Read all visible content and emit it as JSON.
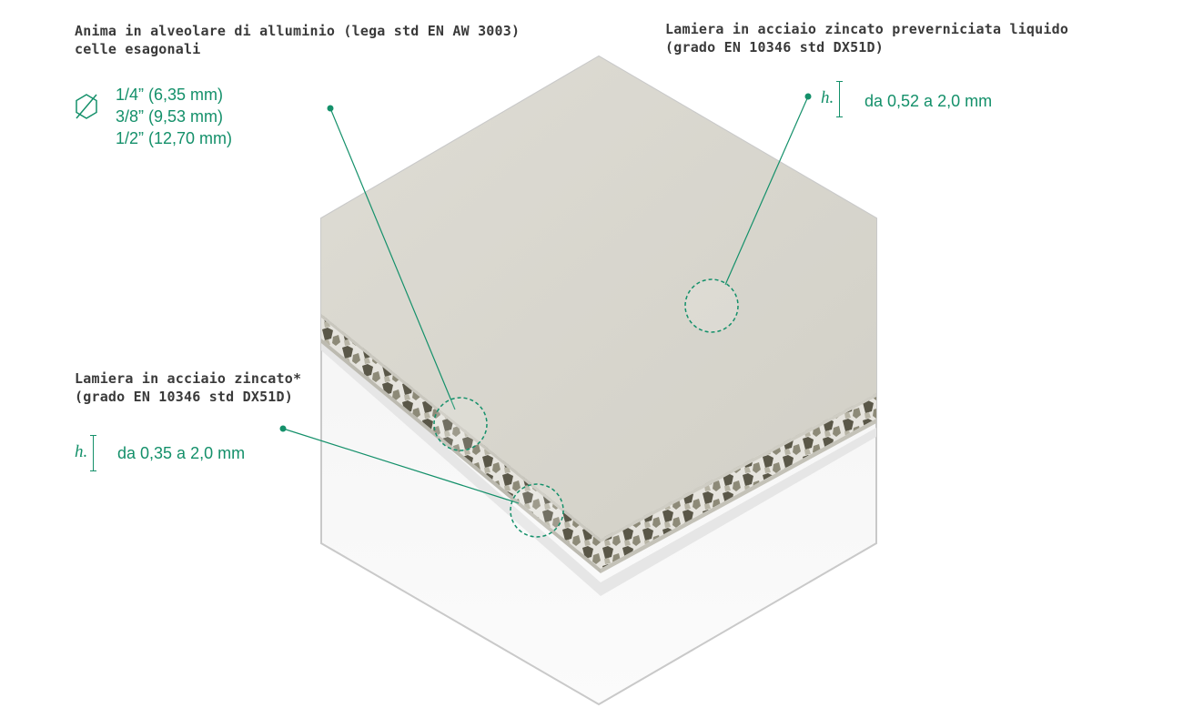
{
  "core": {
    "title_line1": "Anima in alveolare di alluminio (lega std EN AW 3003)",
    "title_line2": "celle esagonali",
    "sizes": [
      "1/4” (6,35 mm)",
      "3/8” (9,53 mm)",
      "1/2” (12,70 mm)"
    ],
    "icon": "diameter-icon"
  },
  "top_sheet": {
    "title_line1": "Lamiera in acciaio zincato preverniciata liquido",
    "title_line2": "(grado EN 10346 std DX51D)",
    "h_symbol": "h.",
    "thickness": "da 0,52 a 2,0 mm"
  },
  "bottom_sheet": {
    "title_line1": "Lamiera in acciaio zincato*",
    "title_line2": "(grado EN 10346 std DX51D)",
    "h_symbol": "h.",
    "thickness": "da 0,35 a 2,0 mm"
  },
  "colors": {
    "accent": "#14906a",
    "text": "#3a3a3a",
    "panel": "#d9d7cf",
    "frame": "#c8c8c8"
  }
}
